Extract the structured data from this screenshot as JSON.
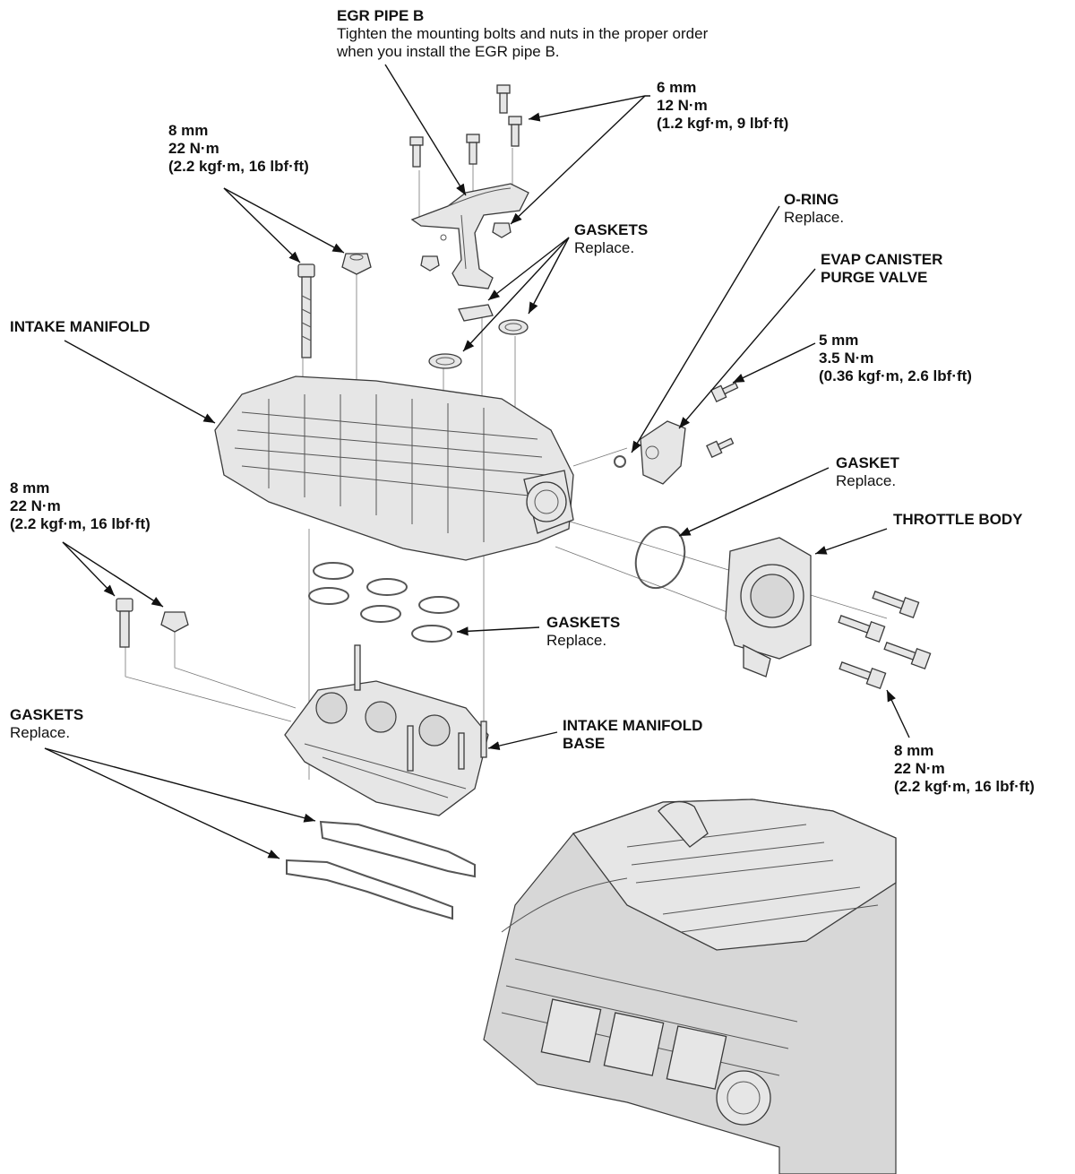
{
  "labels": {
    "egr_pipe_b": {
      "title": "EGR PIPE B",
      "note_line1": "Tighten the mounting bolts and nuts in the proper order",
      "note_line2": "when you install the EGR pipe B."
    },
    "bolt_6mm": {
      "size": "6 mm",
      "torque": "12 N·m",
      "torque_alt": "(1.2 kgf·m, 9 lbf·ft)"
    },
    "bolt_8mm_top": {
      "size": "8 mm",
      "torque": "22 N·m",
      "torque_alt": "(2.2 kgf·m, 16 lbf·ft)"
    },
    "o_ring": {
      "title": "O-RING",
      "note": "Replace."
    },
    "evap_valve": {
      "title_line1": "EVAP CANISTER",
      "title_line2": "PURGE VALVE"
    },
    "gaskets_egr": {
      "title": "GASKETS",
      "note": "Replace."
    },
    "intake_manifold": {
      "title": "INTAKE MANIFOLD"
    },
    "bolt_5mm": {
      "size": "5 mm",
      "torque": "3.5 N·m",
      "torque_alt": "(0.36 kgf·m, 2.6 lbf·ft)"
    },
    "gasket_throttle": {
      "title": "GASKET",
      "note": "Replace."
    },
    "throttle_body": {
      "title": "THROTTLE BODY"
    },
    "bolt_8mm_left": {
      "size": "8 mm",
      "torque": "22 N·m",
      "torque_alt": "(2.2 kgf·m, 16 lbf·ft)"
    },
    "gaskets_runner": {
      "title": "GASKETS",
      "note": "Replace."
    },
    "intake_manifold_base": {
      "title_line1": "INTAKE MANIFOLD",
      "title_line2": "BASE"
    },
    "gaskets_lower": {
      "title": "GASKETS",
      "note": "Replace."
    },
    "bolt_8mm_throttle": {
      "size": "8 mm",
      "torque": "22 N·m",
      "torque_alt": "(2.2 kgf·m, 16 lbf·ft)"
    }
  },
  "colors": {
    "text": "#111111",
    "part_fill": "#e6e6e6",
    "part_outline": "#3a3a3a",
    "leader": "#111111"
  }
}
